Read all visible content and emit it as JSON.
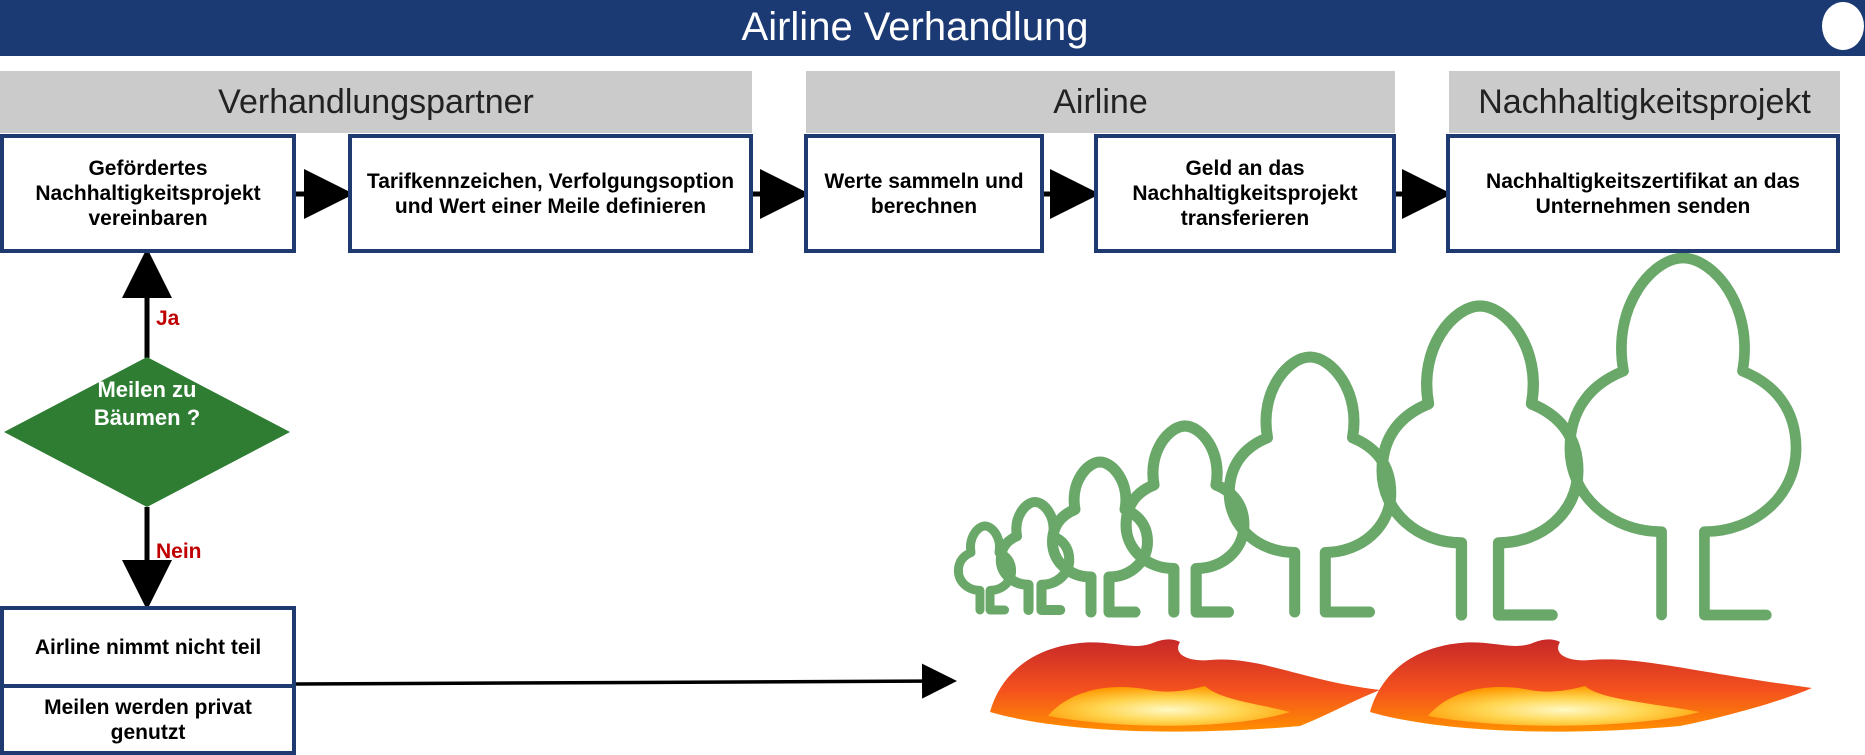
{
  "header": {
    "title": "Airline Verhandlung"
  },
  "lanes": [
    {
      "label": "Verhandlungspartner"
    },
    {
      "label": "Airline"
    },
    {
      "label": "Nachhaltigkeitsprojekt"
    }
  ],
  "steps": [
    {
      "label": "Gefördertes Nachhaltigkeitsprojekt vereinbaren"
    },
    {
      "label": "Tarifkennzeichen, Verfolgungsoption und Wert einer Meile definieren"
    },
    {
      "label": "Werte sammeln und berechnen"
    },
    {
      "label": "Geld an das Nachhaltigkeitsprojekt transferieren"
    },
    {
      "label": "Nachhaltigkeitszertifikat an das Unternehmen senden"
    }
  ],
  "decision": {
    "label": "Meilen zu Bäumen ?",
    "yes": "Ja",
    "no": "Nein",
    "color": "#2e7d32"
  },
  "alternatives": [
    {
      "label": "Airline nimmt nicht teil"
    },
    {
      "label": "Meilen werden privat genutzt"
    }
  ],
  "icons": {
    "trees": "tree-outline-icon",
    "fire": "fire-icon"
  },
  "colors": {
    "header": "#1b3a74",
    "border": "#1f3a70",
    "tree": "#6aa86a",
    "accent_text": "#c00000"
  }
}
